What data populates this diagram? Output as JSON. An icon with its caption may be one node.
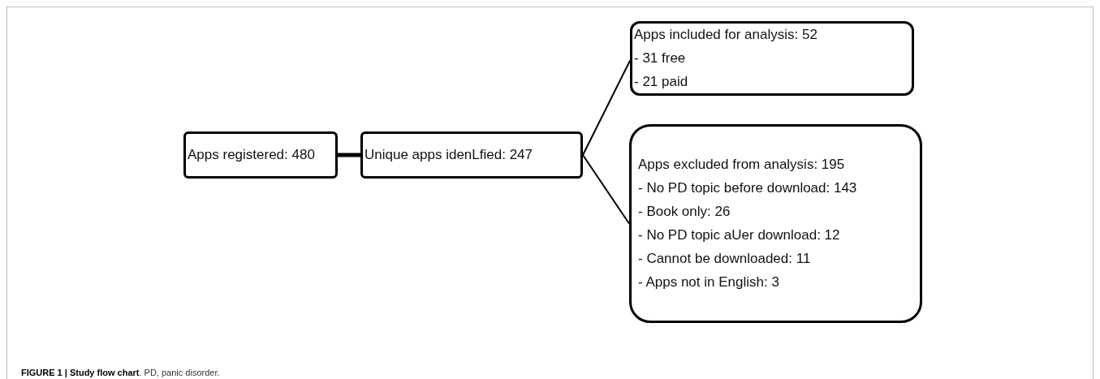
{
  "diagram": {
    "caption": "**FIGURE 1 | Study flow chart**. PD, panic disorder.",
    "nodes": [
      {
        "text": [
          "Apps registered: 480"
        ]
      },
      {
        "text": [
          "Unique apps idenLfied: 247"
        ]
      },
      {
        "text": [
          "Apps included for analysis: 52",
          "- 31 free",
          "- 21 paid"
        ]
      },
      {
        "text": [
          "Apps excluded from analysis: 195",
          "- No PD topic before download: 143",
          "- Book only: 26",
          "- No PD topic aUer download: 12",
          "- Cannot be downloaded: 11",
          "- Apps not in English: 3"
        ]
      }
    ],
    "edges": [
      {
        "from": 0,
        "to": 1,
        "arrow": "none",
        "style": "thick"
      },
      {
        "from": 1,
        "to": 2,
        "arrow": "none"
      },
      {
        "from": 1,
        "to": 3,
        "arrow": "none"
      }
    ]
  }
}
